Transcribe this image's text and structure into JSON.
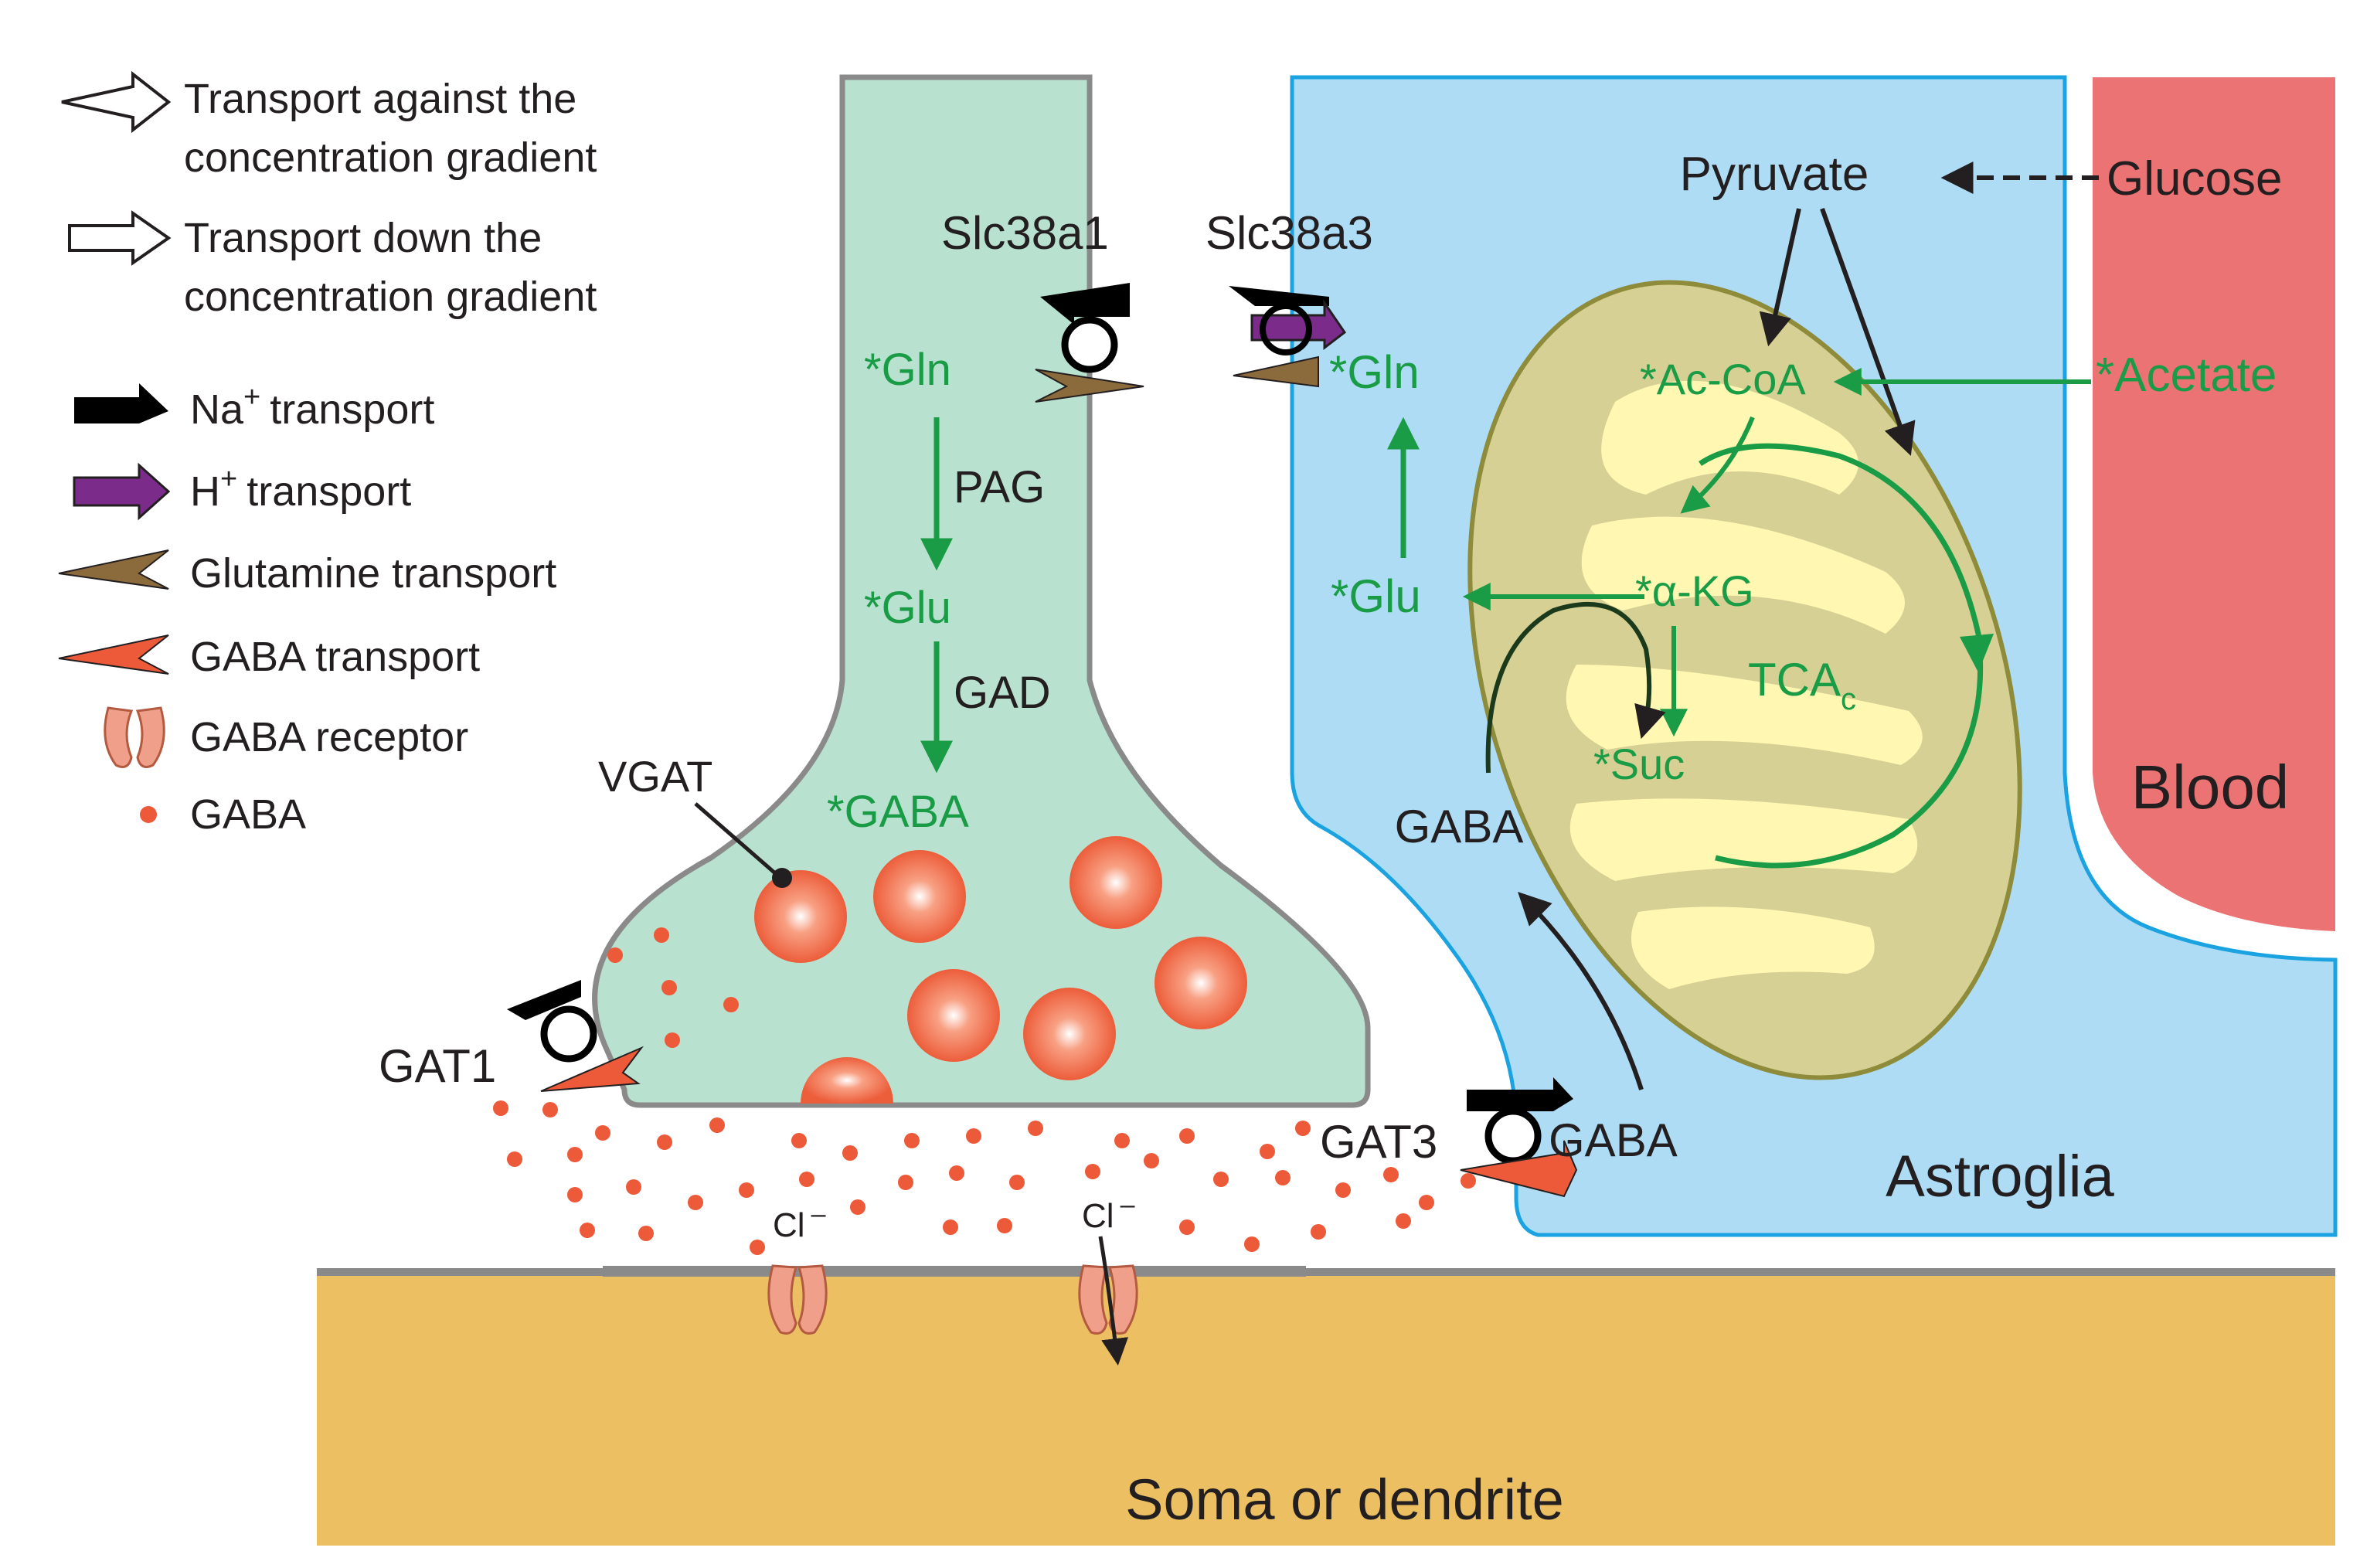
{
  "legend": {
    "against_gradient": [
      "Transport against the",
      "concentration gradient"
    ],
    "down_gradient": [
      "Transport down the",
      "concentration gradient"
    ],
    "na_transport": {
      "prefix": "Na",
      "sup": "+",
      "suffix": "transport"
    },
    "h_transport": {
      "prefix": "H",
      "sup": "+",
      "suffix": "transport"
    },
    "glutamine_transport": "Glutamine transport",
    "gaba_transport": "GABA transport",
    "gaba_receptor": "GABA receptor",
    "gaba": "GABA"
  },
  "regions": {
    "astroglia": "Astroglia",
    "blood": "Blood",
    "soma": "Soma or dendrite"
  },
  "transporters": {
    "slc38a1": "Slc38a1",
    "slc38a3": "Slc38a3",
    "vgat": "VGAT",
    "gat1": "GAT1",
    "gat3": "GAT3"
  },
  "neuron": {
    "gln": "Gln",
    "pag": "PAG",
    "glu": "Glu",
    "gad": "GAD",
    "gaba": "GABA",
    "label_marker": "*"
  },
  "astrocyte": {
    "pyruvate": "Pyruvate",
    "glucose": "Glucose",
    "acetate": "Acetate",
    "ac_coa": "Ac-CoA",
    "akg_alpha": "α",
    "akg": "-KG",
    "suc": "Suc",
    "tca": "TCA",
    "tca_sub": "c",
    "glu": "Glu",
    "gln": "Gln",
    "gaba_mid": "GABA",
    "gaba_gat3": "GABA"
  },
  "receptor_labels": {
    "cl": "Cl",
    "cl_sup": "–"
  },
  "colors": {
    "neuron_fill": "#b9e1cf",
    "astrocyte_fill": "#aedcf5",
    "blood_fill": "#ec7374",
    "soma_fill": "#ecc062",
    "mito_fill": "#d6d095",
    "cristae_fill": "#fff7b2",
    "metabolite_green": "#1a9c46",
    "gaba_red": "#ec5a3a",
    "na_black": "#000000",
    "h_purple": "#7b2b8a",
    "gln_brown": "#8b6a3c"
  },
  "icons": [
    "hollow-arrow-icon",
    "na-arrow-icon",
    "h-arrow-icon",
    "glutamine-arrow-icon",
    "gaba-arrow-icon",
    "gaba-receptor-icon",
    "gaba-dot-icon",
    "transporter-ring-icon",
    "vesicle-icon"
  ]
}
